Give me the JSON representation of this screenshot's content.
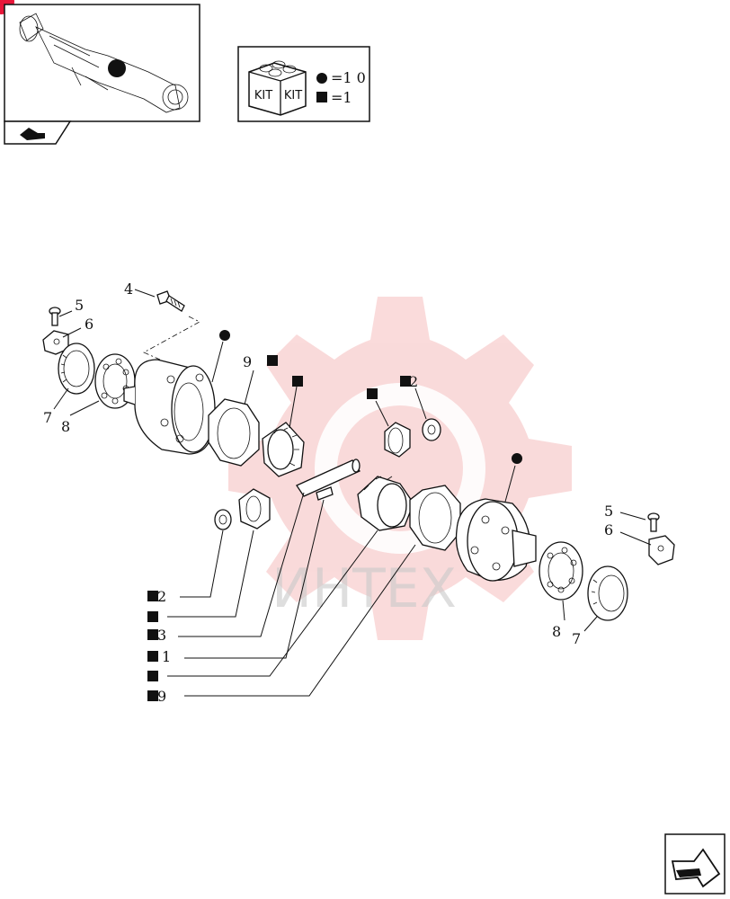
{
  "kit_legend": {
    "kit_box_text_left": "KIT",
    "kit_box_text_right": "KIT",
    "circle_value": "=1 0",
    "square_value": "=1"
  },
  "watermark": {
    "text": "ИНТЕХ",
    "color": "#e02020"
  },
  "callouts": {
    "c4": "4",
    "c5a": "5",
    "c6a": "6",
    "c7a": "7",
    "c8a": "8",
    "c9a": "9",
    "c2a": "2",
    "c5b": "5",
    "c6b": "6",
    "c8b": "8",
    "c7b": "7"
  },
  "left_list": {
    "items": [
      {
        "label": "2"
      },
      {
        "label": ""
      },
      {
        "label": "3"
      },
      {
        "label": "1"
      },
      {
        "label": ""
      },
      {
        "label": "9"
      }
    ]
  },
  "icons": {
    "thumbnail": "axle-assembly-thumbnail",
    "breadcrumb": "hand-pointer-icon",
    "next": "next-page-arrow-icon"
  },
  "colors": {
    "accent": "#e8173a",
    "ink": "#111111"
  }
}
